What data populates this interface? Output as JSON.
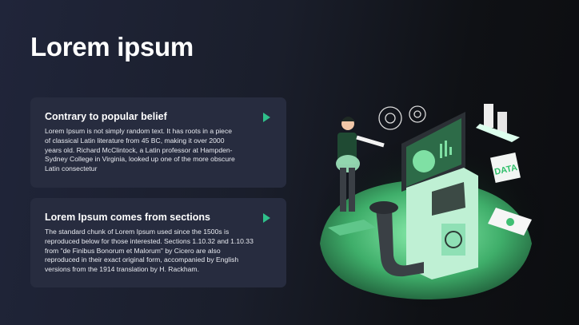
{
  "title": "Lorem ipsum",
  "cards": [
    {
      "heading": "Contrary to popular belief",
      "body": "Lorem Ipsum is not simply random text. It has roots in a piece of classical Latin literature from 45 BC, making it over 2000 years old. Richard McClintock, a Latin professor at Hampden-Sydney College in Virginia, looked up one of the more obscure Latin consectetur"
    },
    {
      "heading": "Lorem Ipsum comes from sections",
      "body": "The standard chunk of Lorem Ipsum used since the 1500s is reproduced below for those interested. Sections 1.10.32 and 1.10.33 from \"de Finibus Bonorum et Malorum\" by Cicero are also reproduced in their exact original form, accompanied by English versions from the 1914 translation by H. Rackham."
    }
  ],
  "illustration": {
    "data_label": "DATA"
  },
  "colors": {
    "accent": "#2fbf8a",
    "card": "#272c3f"
  }
}
